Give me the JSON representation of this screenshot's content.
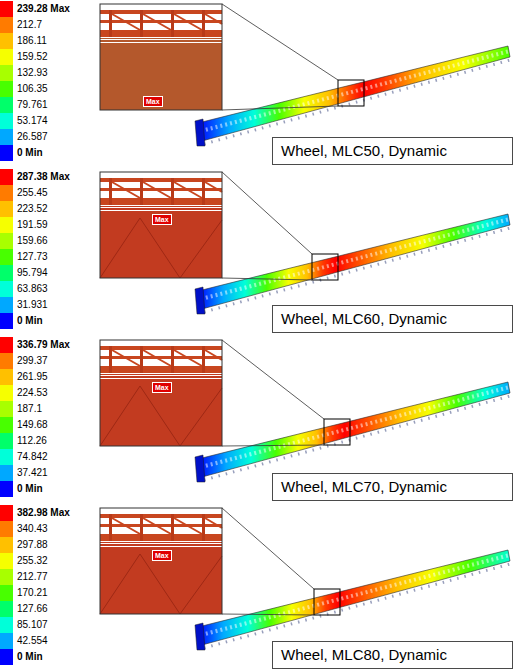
{
  "diagram": {
    "nodes": [
      {
        "text": [
          "Wheel, MLC50, Dynamic"
        ]
      },
      {
        "text": [
          "Wheel, MLC60, Dynamic"
        ]
      },
      {
        "text": [
          "Wheel, MLC70, Dynamic"
        ]
      },
      {
        "text": [
          "Wheel, MLC80, Dynamic"
        ]
      }
    ],
    "labels": [
      "Max",
      "Max",
      "Max",
      "Max"
    ],
    "legend": [
      {
        "text": "239.28 Max",
        "color": "#ff0000"
      },
      {
        "text": "212.7",
        "color": "#ff7b00"
      },
      {
        "text": "186.11",
        "color": "#ffc000"
      },
      {
        "text": "159.52",
        "color": "#f6ff00"
      },
      {
        "text": "132.93",
        "color": "#a8ff00"
      },
      {
        "text": "106.35",
        "color": "#48ff00"
      },
      {
        "text": "79.761",
        "color": "#00ff6a"
      },
      {
        "text": "53.174",
        "color": "#00ffd9"
      },
      {
        "text": "26.587",
        "color": "#00a8ff"
      },
      {
        "text": "0 Min",
        "color": "#0000ff"
      },
      {
        "text": "287.38 Max",
        "color": "#ff0000"
      },
      {
        "text": "255.45",
        "color": "#ff7b00"
      },
      {
        "text": "223.52",
        "color": "#ffc000"
      },
      {
        "text": "191.59",
        "color": "#f6ff00"
      },
      {
        "text": "159.66",
        "color": "#a8ff00"
      },
      {
        "text": "127.73",
        "color": "#48ff00"
      },
      {
        "text": "95.794",
        "color": "#00ff6a"
      },
      {
        "text": "63.863",
        "color": "#00ffd9"
      },
      {
        "text": "31.931",
        "color": "#00a8ff"
      },
      {
        "text": "0 Min",
        "color": "#0000ff"
      },
      {
        "text": "336.79 Max",
        "color": "#ff0000"
      },
      {
        "text": "299.37",
        "color": "#ff7b00"
      },
      {
        "text": "261.95",
        "color": "#ffc000"
      },
      {
        "text": "224.53",
        "color": "#f6ff00"
      },
      {
        "text": "187.1",
        "color": "#a8ff00"
      },
      {
        "text": "149.68",
        "color": "#48ff00"
      },
      {
        "text": "112.26",
        "color": "#00ff6a"
      },
      {
        "text": "74.842",
        "color": "#00ffd9"
      },
      {
        "text": "37.421",
        "color": "#00a8ff"
      },
      {
        "text": "0 Min",
        "color": "#0000ff"
      },
      {
        "text": "382.98 Max",
        "color": "#ff0000"
      },
      {
        "text": "340.43",
        "color": "#ff7b00"
      },
      {
        "text": "297.88",
        "color": "#ffc000"
      },
      {
        "text": "255.32",
        "color": "#f6ff00"
      },
      {
        "text": "212.77",
        "color": "#a8ff00"
      },
      {
        "text": "170.21",
        "color": "#48ff00"
      },
      {
        "text": "127.66",
        "color": "#00ff6a"
      },
      {
        "text": "85.107",
        "color": "#00ffd9"
      },
      {
        "text": "42.554",
        "color": "#00a8ff"
      },
      {
        "text": "0 Min",
        "color": "#0000ff"
      }
    ]
  }
}
